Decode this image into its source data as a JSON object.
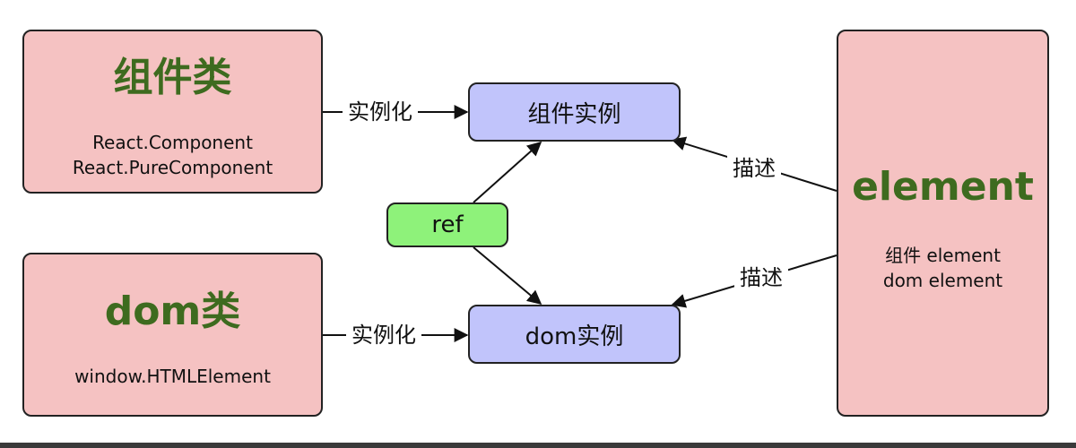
{
  "component_class": {
    "title": "组件类",
    "lines": [
      "React.Component",
      "React.PureComponent"
    ]
  },
  "dom_class": {
    "title": "dom类",
    "lines": [
      "window.HTMLElement"
    ]
  },
  "component_instance": {
    "label": "组件实例"
  },
  "dom_instance": {
    "label": "dom实例"
  },
  "ref": {
    "label": "ref"
  },
  "element": {
    "title": "element",
    "lines": [
      "组件 element",
      "dom element"
    ]
  },
  "edges": {
    "instantiate_top": "实例化",
    "instantiate_bottom": "实例化",
    "describe_top": "描述",
    "describe_bottom": "描述"
  },
  "colors": {
    "class_fill": "#f5c2c2",
    "instance_fill": "#c1c4fb",
    "ref_fill": "#8ef27a",
    "title_green": "#3e6b1f"
  }
}
